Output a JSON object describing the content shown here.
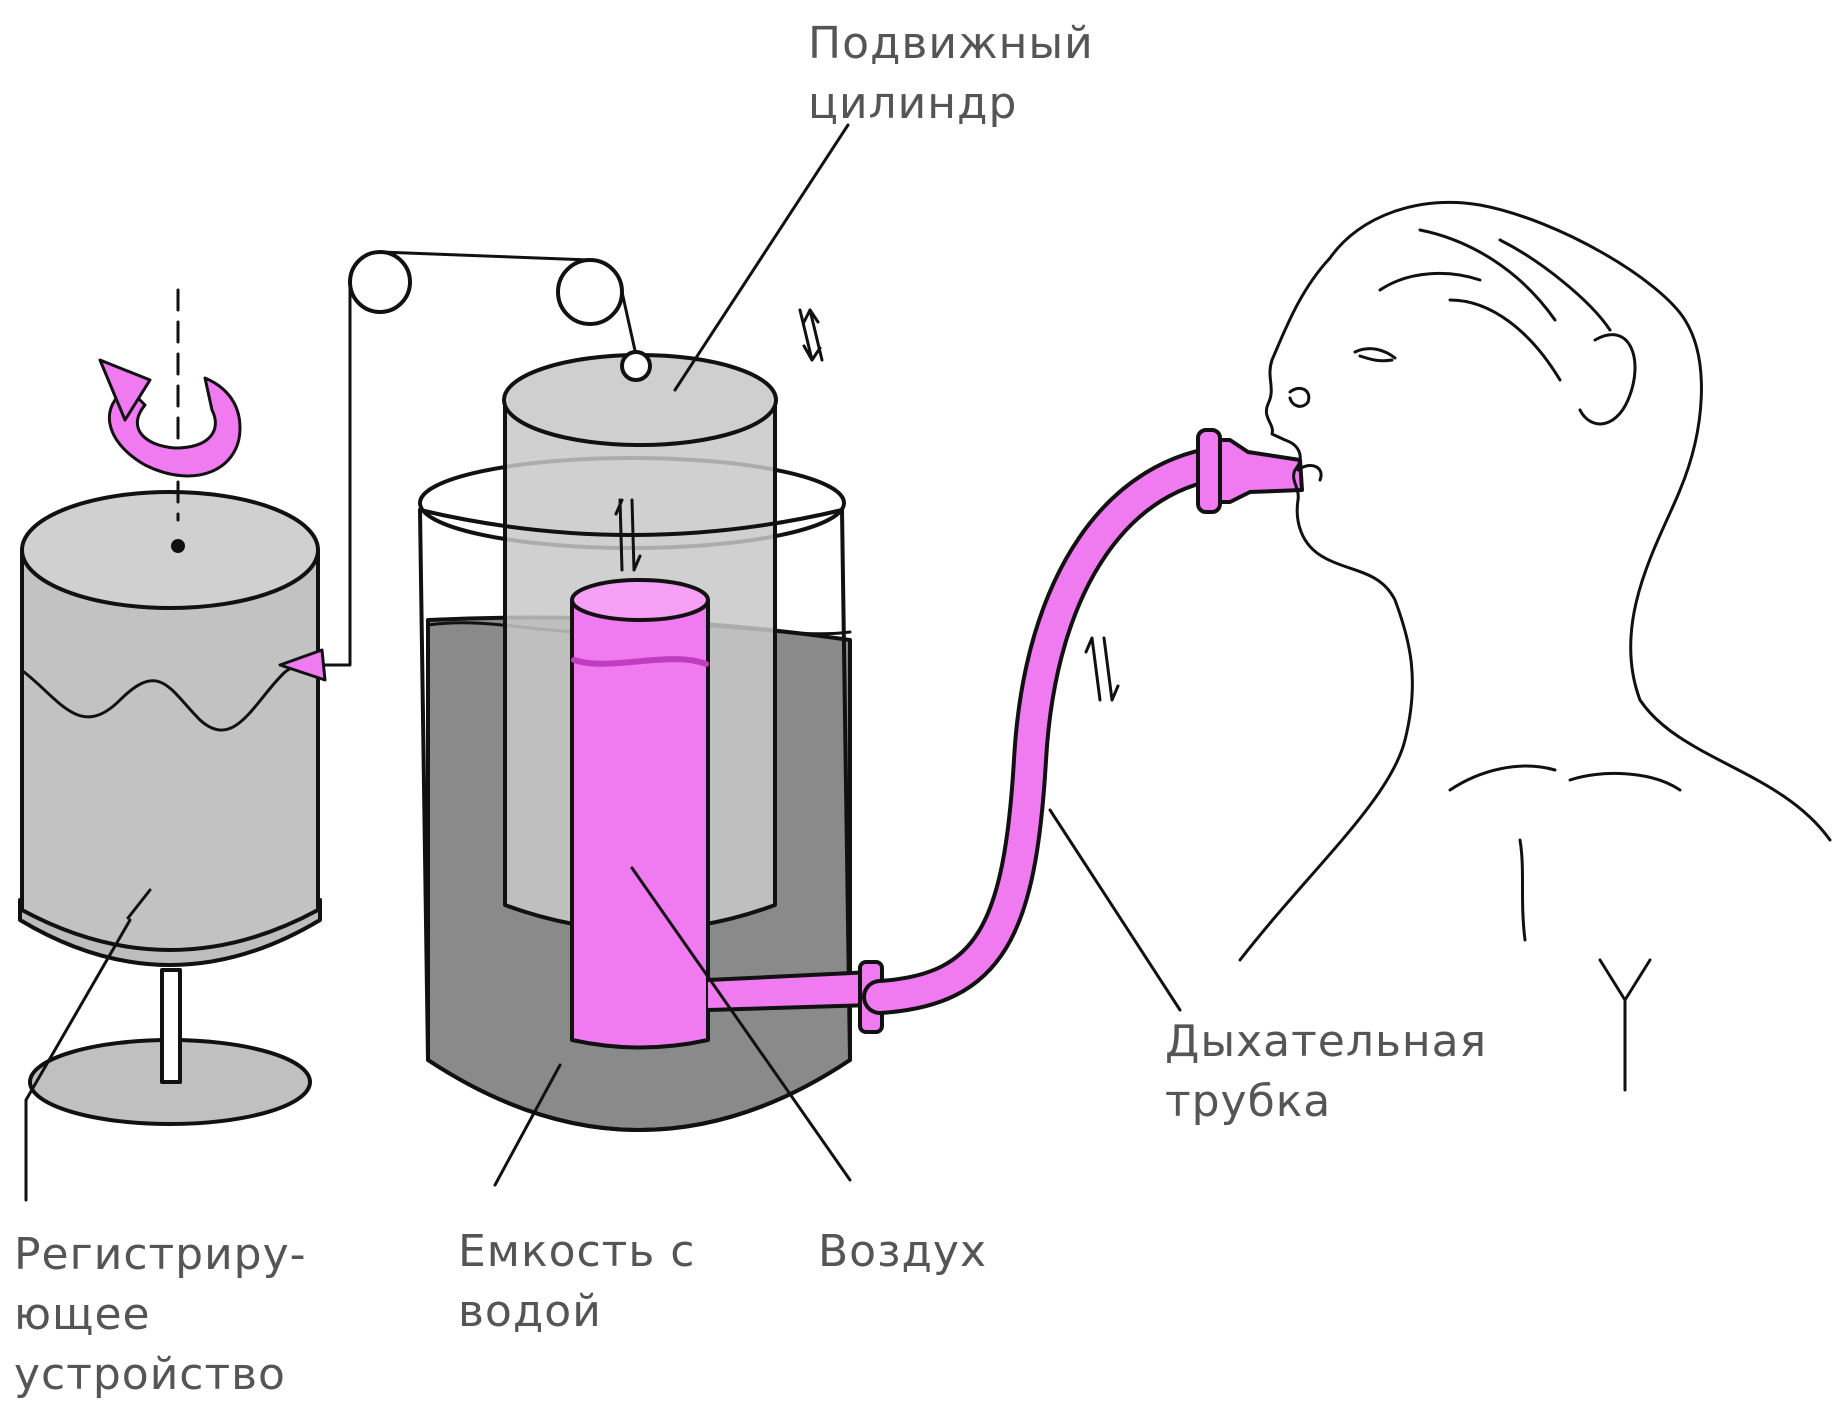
{
  "labels": {
    "movable_cylinder": [
      "Подвижный",
      "цилиндр"
    ],
    "recording_device": [
      "Регистриру-",
      "ющее",
      "устройство"
    ],
    "water_tank": [
      "Емкость с",
      "водой"
    ],
    "air": "Воздух",
    "breathing_tube": [
      "Дыхательная",
      "трубка"
    ]
  },
  "colors": {
    "tube": "#f07af0",
    "tube_dark": "#c03cc0",
    "water": "#8a8a8a",
    "cylinder_light": "#c8c8c8",
    "drum": "#bdbdbd",
    "line": "#111111",
    "label_text": "#555555"
  }
}
